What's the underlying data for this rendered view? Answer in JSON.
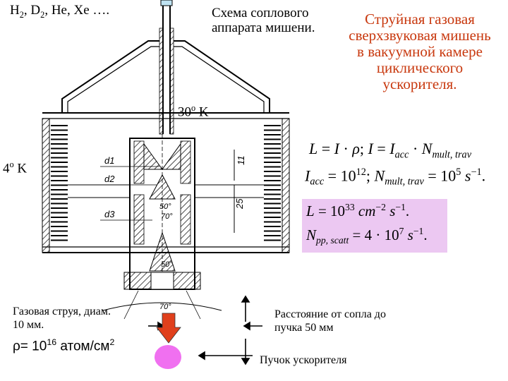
{
  "labels": {
    "gases": "H",
    "gases_sub1": "2",
    "gases_mid": ", D",
    "gases_sub2": "2",
    "gases_end": ", He, Xe ….",
    "schema_title_line1": "Схема соплового",
    "schema_title_line2": "аппарата мишени.",
    "jet_title_line1": "Струйная газовая",
    "jet_title_line2": "сверхзвуковая мишень",
    "jet_title_line3": "в вакуумной камере",
    "jet_title_line4": "циклического",
    "jet_title_line5": "ускорителя.",
    "temp_30": "30",
    "temp_30_sup": "o",
    "temp_30_unit": " K",
    "temp_4": "4",
    "temp_4_sup": "o",
    "temp_4_unit": " K",
    "jet_caption_line1": "Газовая струя, диам.",
    "jet_caption_line2": "10 мм.",
    "density_prefix": "ρ= 10",
    "density_exp": "16",
    "density_unit": " атом/см",
    "density_unit_exp": "2",
    "distance_line1": "Расстояние от сопла до",
    "distance_line2": "пучка 50 мм",
    "beam_label": "Пучок ускорителя"
  },
  "drawing_labels": {
    "d1": "d1",
    "d2": "d2",
    "d3": "d3",
    "dim_11": "11",
    "dim_25": "25",
    "angle_50a": "50°",
    "angle_70a": "70°",
    "angle_50b": "50°",
    "angle_70b": "70°"
  },
  "formulas": {
    "f1": {
      "L": "L",
      "eq": " = ",
      "I": "I",
      "dot": " · ",
      "rho": "ρ",
      "sep": ";   ",
      "I2": "I",
      "eq2": " = ",
      "Iacc": "I",
      "acc": "acc",
      "dot2": " · ",
      "N": "N",
      "mult": "mult, trav"
    },
    "f2": {
      "I": "I",
      "acc": "acc",
      "eq": " = 10",
      "exp": "12",
      "sep": ";   ",
      "N": "N",
      "mult": "mult, trav",
      "eq2": " = 10",
      "exp2": "5",
      "unit": " s",
      "unit_exp": "−1",
      "end": "."
    },
    "f3": {
      "L": "L",
      "eq": " = 10",
      "exp": "33",
      "unit1": " cm",
      "unit1_exp": "−2",
      "unit2": " s",
      "unit2_exp": "−1",
      "end": "."
    },
    "f4": {
      "N": "N",
      "sub": "pp, scatt",
      "eq": " = 4 · 10",
      "exp": "7",
      "unit": " s",
      "unit_exp": "−1",
      "end": "."
    }
  },
  "colors": {
    "title_accent": "#c8380e",
    "formula_box": "#ecc8f2",
    "jet_arrow": "#e0401c",
    "beam_spot": "#f070f0",
    "hatch": "#000000"
  }
}
